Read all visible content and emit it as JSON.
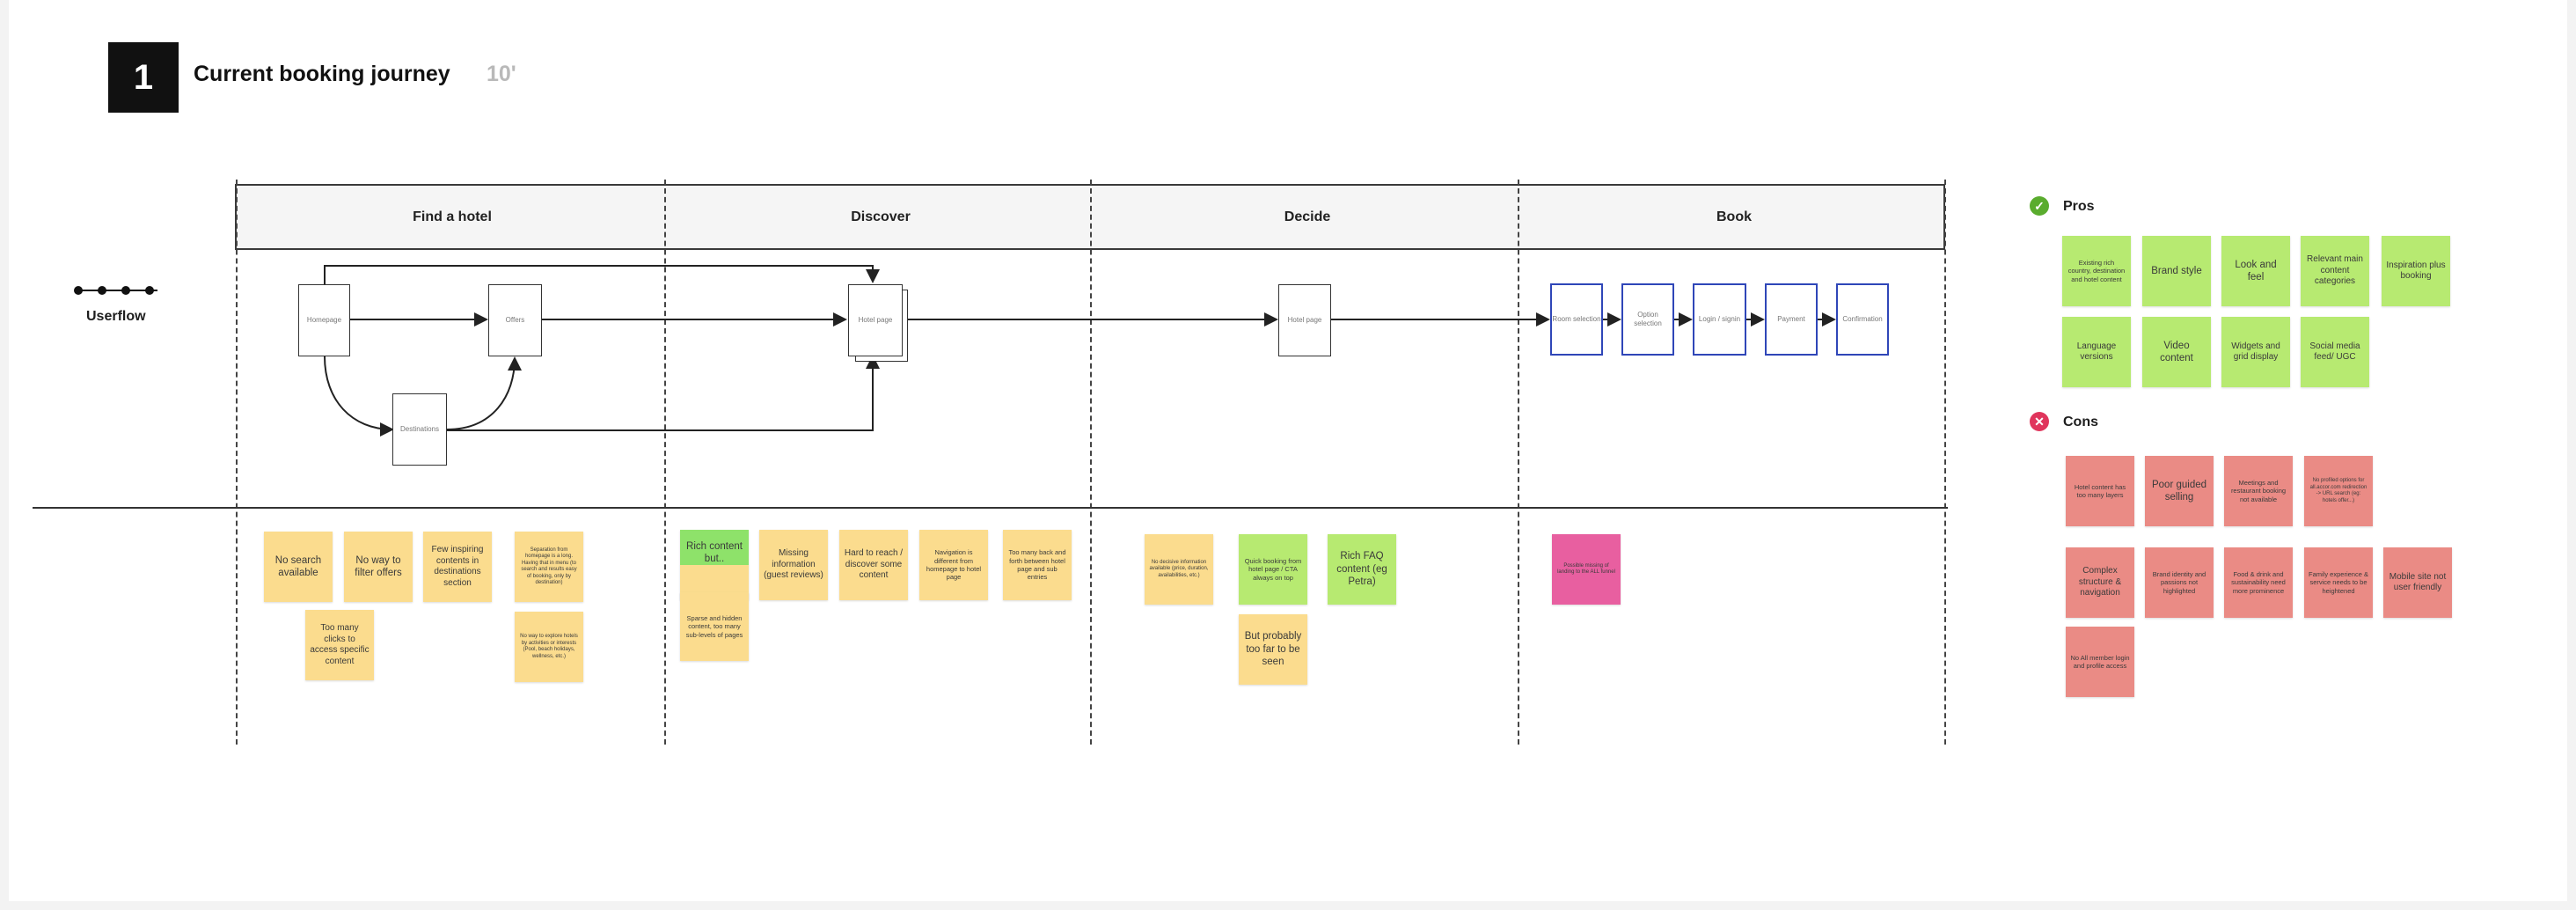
{
  "header": {
    "step_number": "1",
    "title": "Current booking journey",
    "duration": "10'"
  },
  "stages": [
    "Find a hotel",
    "Discover",
    "Decide",
    "Book"
  ],
  "userflow": {
    "label": "Userflow",
    "nodes": [
      "Homepage",
      "Offers",
      "Destinations",
      "Hotel page",
      "Hotel page",
      "Room selection",
      "Option selection",
      "Login / signin",
      "Payment",
      "Confirmation"
    ]
  },
  "stickies": {
    "find": [
      "No search available",
      "No way to filter offers",
      "Few inspiring contents in destinations section",
      "Separation from homepage is a long. Having that in menu (to search and results easy of booking, only by destination)",
      "Too many clicks to access specific content",
      "No way to explore hotels by activities or interests (Pool, beach holidays, wellness, etc.)"
    ],
    "discover": [
      "Rich content but..",
      "Sparse and hidden content, too many sub-levels of pages",
      "Missing information (guest reviews)",
      "Hard to reach / discover some content",
      "Navigation is different from homepage to hotel page",
      "Too many back and forth between hotel page and sub entries"
    ],
    "decide": [
      "No decisive information available (price, duration, availabilities, etc.)",
      "Quick booking from hotel page / CTA always on top",
      "Rich FAQ content (eg Petra)",
      "But probably too far to be seen"
    ],
    "book": [
      "Possible missing of landing to the ALL funnel"
    ]
  },
  "pros": {
    "title": "Pros",
    "items": [
      "Existing rich country, destination and hotel content",
      "Brand style",
      "Look and feel",
      "Relevant main content categories",
      "Inspiration plus booking",
      "Language versions",
      "Video content",
      "Widgets and grid display",
      "Social media feed/ UGC"
    ]
  },
  "cons": {
    "title": "Cons",
    "items": [
      "Hotel content has too many layers",
      "Poor guided selling",
      "Meetings and restaurant booking not available",
      "No profiled options for all.accor.com redirection -> URL search (eg: hotels offer...)",
      "Complex structure & navigation",
      "Brand identity and passions not highlighted",
      "Food & drink and sustainability need more prominence",
      "Family experience & service needs to be heightened",
      "Mobile site not user friendly",
      "No All member login and profile access"
    ]
  },
  "colors": {
    "pro_sticky": "#b7ea71",
    "con_sticky": "#ea8b85",
    "issue_sticky": "#fbdc8e",
    "positive_sticky": "#b7ea71",
    "flag_sticky": "#e85fa0",
    "check_icon": "#5aac2e",
    "cross_icon": "#e0355c",
    "booking_node_border": "#2f46b8"
  }
}
